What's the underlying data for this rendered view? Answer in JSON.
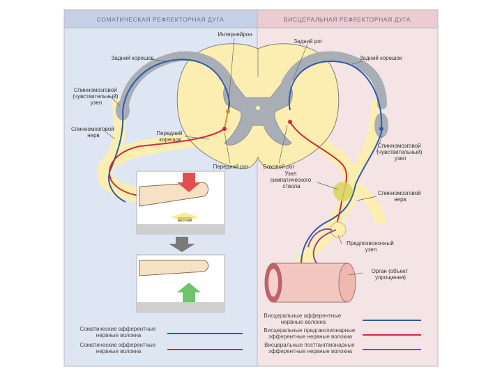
{
  "headers": {
    "left": "СОМАТИЧЕСКАЯ РЕФЛЕКТОРНАЯ ДУГА",
    "right": "ВИСЦЕРАЛЬНАЯ РЕФЛЕКТОРНАЯ ДУГА"
  },
  "labels": {
    "interneuron": "Интернейрон",
    "posterior_horn": "Задний рог",
    "posterior_root_left": "Задний корешок",
    "posterior_root_right": "Задний корешок",
    "ganglion_left": [
      "Спинномозговой",
      "(чувствительный)",
      "узел"
    ],
    "spinal_nerve_left": [
      "Спинномозговой",
      "нерв"
    ],
    "anterior_root": [
      "Передний",
      "корешок"
    ],
    "anterior_horn": "Передний рог",
    "lateral_horn": "Боковой рог",
    "ganglion_right": [
      "Спинномозговой",
      "(чувствительный)",
      "узел"
    ],
    "sympathetic_node": [
      "Узел",
      "симпатического",
      "ствола"
    ],
    "spinal_nerve_right": [
      "Спинномозговой",
      "нерв"
    ],
    "prevertebral_node": [
      "Предпозвоночный",
      "узел"
    ],
    "organ": [
      "Орган (объект",
      "упрощения)"
    ]
  },
  "legend": {
    "left": [
      {
        "text": [
          "Соматические афферентные",
          "нервные волокна"
        ],
        "color": "#2f5aa8"
      },
      {
        "text": [
          "Соматические эфферентные",
          "нервные волокна"
        ],
        "color": "#d4283c"
      }
    ],
    "right": [
      {
        "text": [
          "Висцеральные афферентные",
          "нервные волокна"
        ],
        "color": "#2f5aa8"
      },
      {
        "text": [
          "Висцеральные предганглионарные",
          "эфферентные нервные волокна"
        ],
        "color": "#d4283c"
      },
      {
        "text": [
          "Висцеральные постганглионарные",
          "эфферентные нервные волокна"
        ],
        "color": "#8a4a9a"
      }
    ]
  },
  "colors": {
    "left_panel": "#dfe6f3",
    "right_panel": "#f4e4e6",
    "cord_yellow": "#fbeeb0",
    "grey_matter": "#a9aeb6",
    "afferent": "#2f5aa8",
    "efferent": "#d4283c",
    "postganglionic": "#8a4a9a"
  }
}
